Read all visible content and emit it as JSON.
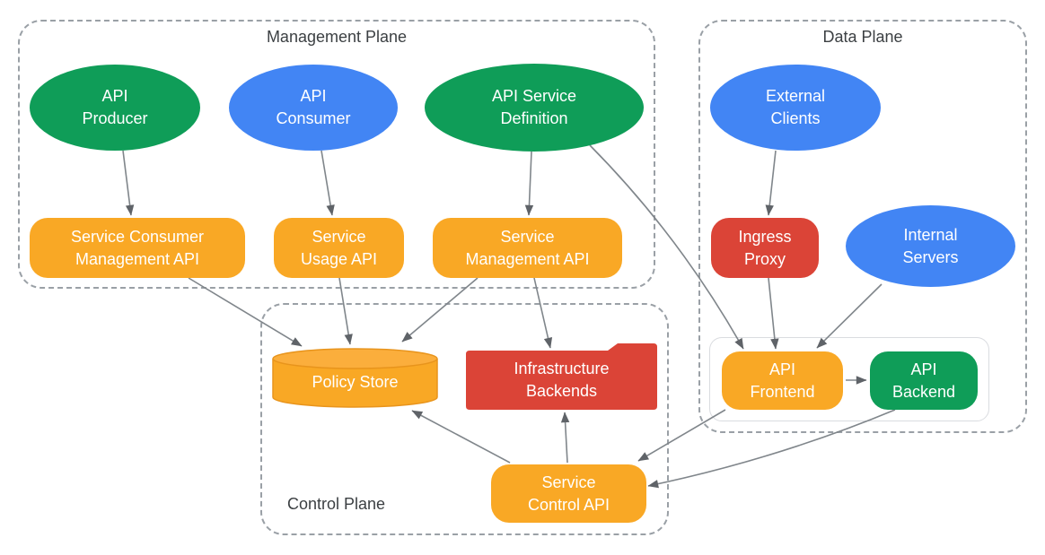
{
  "planes": {
    "management": {
      "title": "Management Plane"
    },
    "data": {
      "title": "Data Plane"
    },
    "control": {
      "title": "Control Plane"
    }
  },
  "nodes": {
    "api_producer": {
      "lines": [
        "API",
        "Producer"
      ],
      "shape": "ellipse",
      "color": "#0F9D58"
    },
    "api_consumer": {
      "lines": [
        "API",
        "Consumer"
      ],
      "shape": "ellipse",
      "color": "#4285F4"
    },
    "api_service_definition": {
      "lines": [
        "API Service",
        "Definition"
      ],
      "shape": "ellipse",
      "color": "#0F9D58"
    },
    "external_clients": {
      "lines": [
        "External",
        "Clients"
      ],
      "shape": "ellipse",
      "color": "#4285F4"
    },
    "internal_servers": {
      "lines": [
        "Internal",
        "Servers"
      ],
      "shape": "ellipse",
      "color": "#4285F4"
    },
    "service_consumer_management_api": {
      "lines": [
        "Service Consumer",
        "Management API"
      ],
      "shape": "rounded-rect",
      "color": "#F9A825"
    },
    "service_usage_api": {
      "lines": [
        "Service",
        "Usage API"
      ],
      "shape": "rounded-rect",
      "color": "#F9A825"
    },
    "service_management_api": {
      "lines": [
        "Service",
        "Management API"
      ],
      "shape": "rounded-rect",
      "color": "#F9A825"
    },
    "ingress_proxy": {
      "lines": [
        "Ingress",
        "Proxy"
      ],
      "shape": "rounded-rect",
      "color": "#DB4437"
    },
    "policy_store": {
      "lines": [
        "Policy Store"
      ],
      "shape": "cylinder",
      "color": "#F9A825"
    },
    "infrastructure_backends": {
      "lines": [
        "Infrastructure",
        "Backends"
      ],
      "shape": "folder",
      "color": "#DB4437"
    },
    "api_frontend": {
      "lines": [
        "API",
        "Frontend"
      ],
      "shape": "rounded-rect",
      "color": "#F9A825"
    },
    "api_backend": {
      "lines": [
        "API",
        "Backend"
      ],
      "shape": "rounded-rect",
      "color": "#0F9D58"
    },
    "service_control_api": {
      "lines": [
        "Service",
        "Control API"
      ],
      "shape": "rounded-rect",
      "color": "#F9A825"
    }
  },
  "edges": [
    {
      "from": "api_producer",
      "to": "service_consumer_management_api"
    },
    {
      "from": "api_consumer",
      "to": "service_usage_api"
    },
    {
      "from": "api_service_definition",
      "to": "service_management_api"
    },
    {
      "from": "api_service_definition",
      "to": "api_frontend"
    },
    {
      "from": "service_consumer_management_api",
      "to": "policy_store"
    },
    {
      "from": "service_usage_api",
      "to": "policy_store"
    },
    {
      "from": "service_management_api",
      "to": "policy_store"
    },
    {
      "from": "service_management_api",
      "to": "infrastructure_backends"
    },
    {
      "from": "external_clients",
      "to": "ingress_proxy"
    },
    {
      "from": "ingress_proxy",
      "to": "api_frontend"
    },
    {
      "from": "internal_servers",
      "to": "api_frontend"
    },
    {
      "from": "api_frontend",
      "to": "api_backend"
    },
    {
      "from": "api_frontend",
      "to": "service_control_api"
    },
    {
      "from": "api_backend",
      "to": "service_control_api"
    },
    {
      "from": "service_control_api",
      "to": "policy_store"
    },
    {
      "from": "service_control_api",
      "to": "infrastructure_backends"
    }
  ],
  "colors": {
    "green": "#0F9D58",
    "blue": "#4285F4",
    "orange": "#F9A825",
    "red": "#DB4437",
    "plane_border": "#9AA0A6",
    "plane_title": "#3C4043",
    "edge_line": "#80868B",
    "edge_arrowhead": "#5F6368",
    "group_border": "#DADCE0"
  }
}
